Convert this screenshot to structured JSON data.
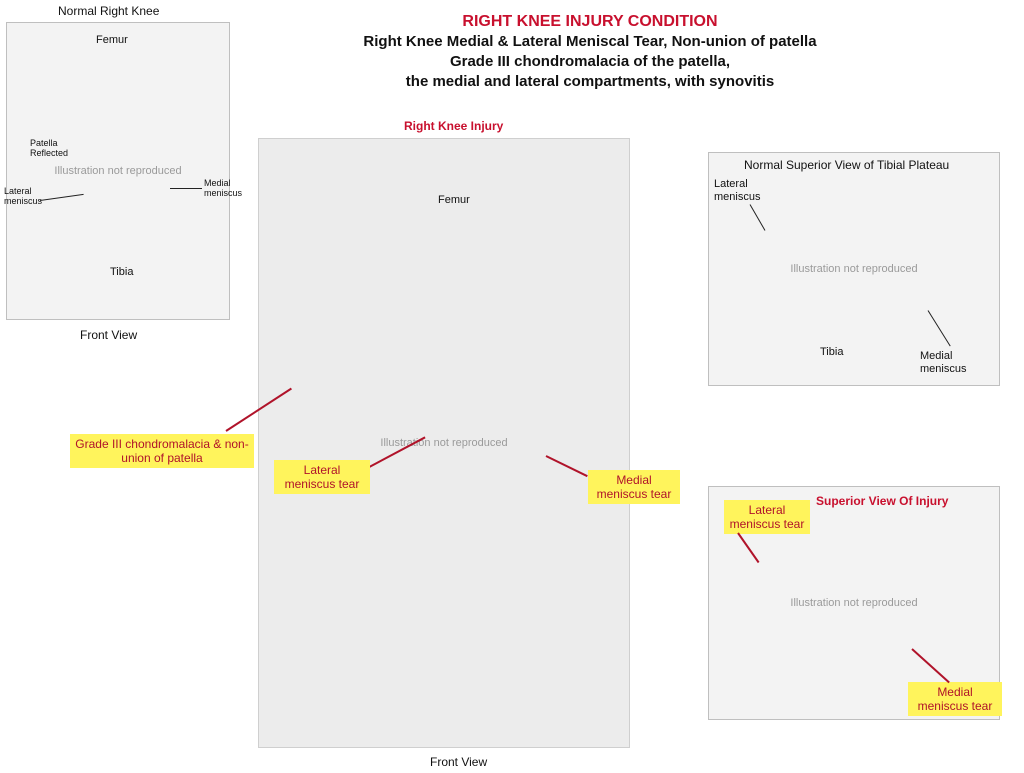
{
  "heading": {
    "title": "RIGHT KNEE INJURY CONDITION",
    "lines": [
      "Right Knee Medial & Lateral Meniscal Tear, Non-union of patella",
      "Grade III chondromalacia of the patella,",
      "the medial and lateral compartments, with synovitis"
    ]
  },
  "normal_knee": {
    "title": "Normal Right Knee",
    "femur": "Femur",
    "patella": "Patella Reflected",
    "lateral_meniscus": "Lateral meniscus",
    "medial_meniscus": "Medial meniscus",
    "tibia": "Tibia",
    "caption": "Front View"
  },
  "injured_knee": {
    "title": "Right Knee Injury",
    "femur": "Femur",
    "caption": "Front View",
    "callout_patella": "Grade III chondromalacia & non-union of patella",
    "callout_lateral": "Lateral meniscus tear",
    "callout_medial": "Medial meniscus tear"
  },
  "tibial_normal": {
    "title": "Normal Superior View of Tibial Plateau",
    "lateral_meniscus": "Lateral meniscus",
    "tibia": "Tibia",
    "medial_meniscus": "Medial meniscus"
  },
  "tibial_injury": {
    "title": "Superior View Of Injury",
    "callout_lateral": "Lateral meniscus tear",
    "callout_medial": "Medial meniscus tear"
  },
  "placeholder_note": "Illustration not reproduced",
  "colors": {
    "accent_red": "#c8102e",
    "callout_yellow": "#fff45c"
  }
}
